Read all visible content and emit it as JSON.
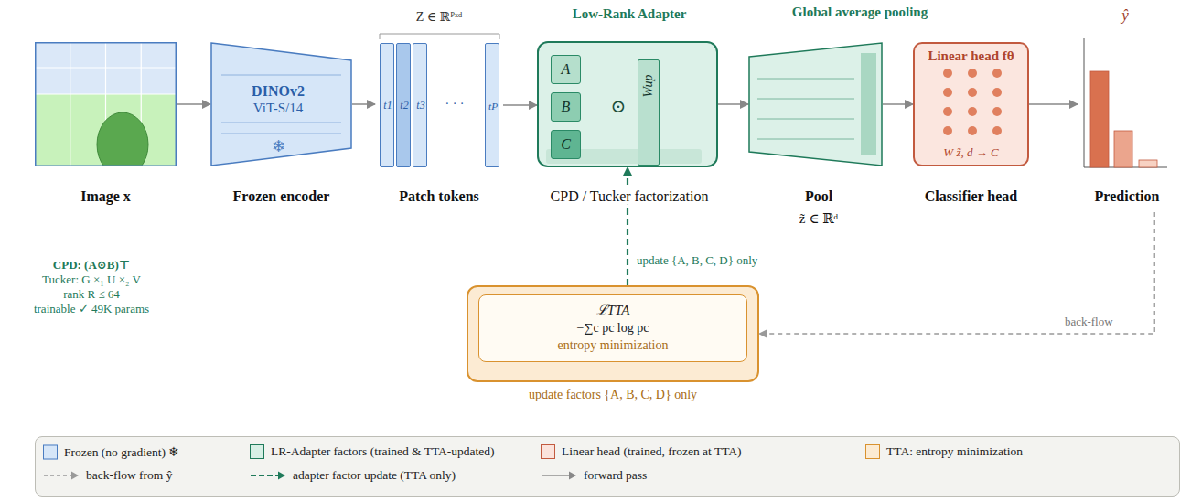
{
  "diagram": {
    "nodes": [
      {
        "text": [
          "Image x"
        ]
      },
      {
        "text": [
          "DINOv2",
          "ViT-S/14",
          "❄",
          "Frozen encoder"
        ]
      },
      {
        "text": [
          "Z ∈ ℝᴾˣᵈ",
          "Patch tokens"
        ]
      },
      {
        "text": [
          "t1"
        ],
        "in": 2
      },
      {
        "text": [
          "t2"
        ],
        "in": 2
      },
      {
        "text": [
          "t3"
        ],
        "in": 2
      },
      {
        "text": [
          "tP"
        ],
        "in": 2
      },
      {
        "text": [
          "Low-Rank Adapter",
          "CPD / Tucker factorization"
        ]
      },
      {
        "text": [
          "A"
        ],
        "in": 7
      },
      {
        "text": [
          "B"
        ],
        "in": 7
      },
      {
        "text": [
          "C"
        ],
        "in": 7
      },
      {
        "text": [
          "Wup"
        ],
        "in": 7
      },
      {
        "text": [
          "Global average pooling",
          "Pool",
          "z̃ ∈ ℝᵈ"
        ]
      },
      {
        "text": [
          "Linear head fθ",
          "W z̃, d → C",
          "Classifier head"
        ]
      },
      {
        "text": [
          "ŷ",
          "Prediction"
        ]
      },
      {
        "text": [
          "update factors {A, B, C, D} only"
        ]
      },
      {
        "text": [
          "ℒTTA",
          "−∑c pc log pc",
          "entropy minimization"
        ],
        "in": 15
      }
    ],
    "edges": [
      {
        "from": 0,
        "to": 1,
        "arrow": "to"
      },
      {
        "from": 1,
        "to": 2,
        "arrow": "to"
      },
      {
        "from": 2,
        "to": 7,
        "arrow": "to"
      },
      {
        "from": 7,
        "to": 12,
        "arrow": "to"
      },
      {
        "from": 12,
        "to": 13,
        "arrow": "to"
      },
      {
        "from": 13,
        "to": 14,
        "arrow": "to"
      },
      {
        "from": 14,
        "to": 15,
        "label": "back-flow",
        "arrow": "to"
      },
      {
        "from": 15,
        "to": 7,
        "label": "update {A, B, C, D} only",
        "arrow": "to"
      }
    ],
    "labels": [
      "· · ·",
      "⊙",
      "CPD: (A⊙B)⊤",
      "Tucker: G ×₁ U ×₂ V",
      "rank R ≤ 64",
      "trainable ✓ 49K params"
    ],
    "legend": [
      {
        "text": "Frozen (no gradient) ❄",
        "color": "#d6e6f8"
      },
      {
        "text": "LR-Adapter factors (trained & TTA-updated)",
        "color": "#d7efe5"
      },
      {
        "text": "Linear head (trained, frozen at TTA)",
        "color": "#fbe3dc"
      },
      {
        "text": "TTA: entropy minimization",
        "color": "#fcebd3"
      },
      {
        "text": "back-flow from ŷ"
      },
      {
        "text": "adapter factor update (TTA only)"
      },
      {
        "text": "forward pass"
      }
    ]
  }
}
